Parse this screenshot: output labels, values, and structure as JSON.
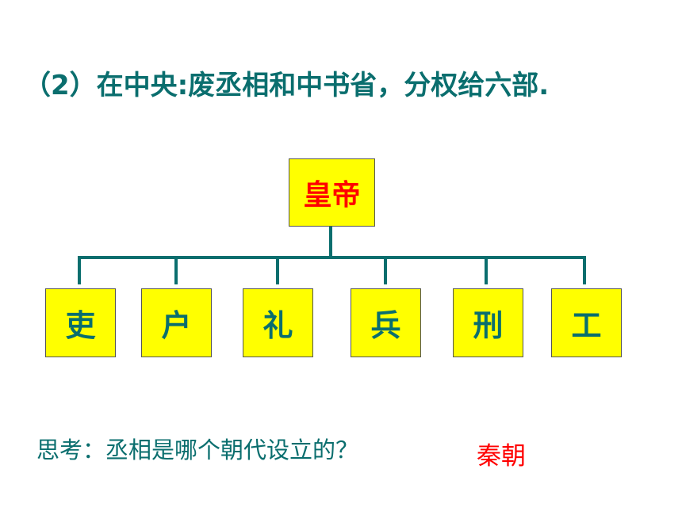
{
  "heading": "（2）在中央:废丞相和中书省，分权给六部.",
  "root": {
    "label": "皇帝"
  },
  "departments": [
    "吏",
    "户",
    "礼",
    "兵",
    "刑",
    "工"
  ],
  "question": "思考：丞相是哪个朝代设立的？",
  "answer": "秦朝",
  "colors": {
    "text": "#0a6e6e",
    "box_fill": "#ffff00",
    "accent": "#ff0000",
    "connector": "#0a6e6e"
  }
}
